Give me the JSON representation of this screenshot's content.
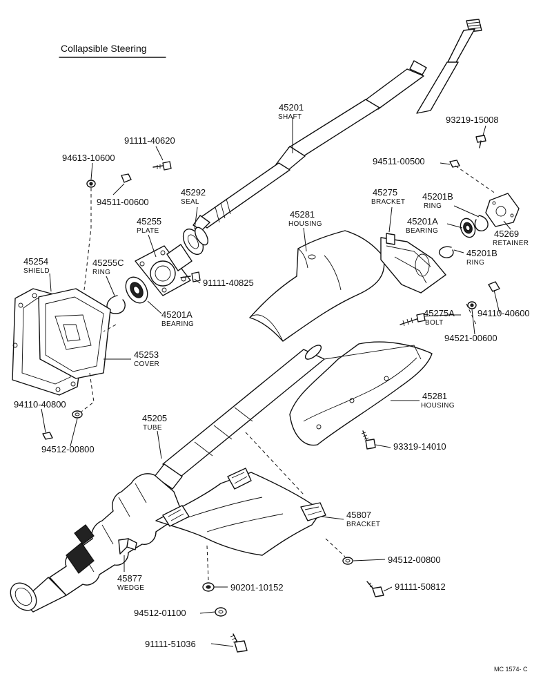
{
  "title": "Collapsible Steering",
  "ref_code": "MC 1574- C",
  "parts": {
    "p45201": {
      "number": "45201",
      "name": "SHAFT"
    },
    "p93219_15008": {
      "number": "93219-15008"
    },
    "p91111_40620": {
      "number": "91111-40620"
    },
    "p94613_10600": {
      "number": "94613-10600"
    },
    "p94511_00500": {
      "number": "94511-00500"
    },
    "p94511_00600": {
      "number": "94511-00600"
    },
    "p45292": {
      "number": "45292",
      "name": "SEAL"
    },
    "p45275": {
      "number": "45275",
      "name": "BRACKET"
    },
    "p45201B_a": {
      "number": "45201B",
      "name": "RING"
    },
    "p45281_top": {
      "number": "45281",
      "name": "HOUSING"
    },
    "p45255": {
      "number": "45255",
      "name": "PLATE"
    },
    "p45201A_r": {
      "number": "45201A",
      "name": "BEARING"
    },
    "p45269": {
      "number": "45269",
      "name": "RETAINER"
    },
    "p45201B_b": {
      "number": "45201B",
      "name": "RING"
    },
    "p45254": {
      "number": "45254",
      "name": "SHIELD"
    },
    "p45255C": {
      "number": "45255C",
      "name": "RING"
    },
    "p91111_40825": {
      "number": "91111-40825"
    },
    "p45201A_l": {
      "number": "45201A",
      "name": "BEARING"
    },
    "p45275A": {
      "number": "45275A",
      "name": "BOLT"
    },
    "p94110_40600": {
      "number": "94110-40600"
    },
    "p94521_00600": {
      "number": "94521-00600"
    },
    "p45253": {
      "number": "45253",
      "name": "COVER"
    },
    "p45281_bot": {
      "number": "45281",
      "name": "HOUSING"
    },
    "p94110_40800": {
      "number": "94110-40800"
    },
    "p45205": {
      "number": "45205",
      "name": "TUBE"
    },
    "p94512_00800_l": {
      "number": "94512-00800"
    },
    "p93319_14010": {
      "number": "93319-14010"
    },
    "p45807": {
      "number": "45807",
      "name": "BRACKET"
    },
    "p94512_00800_r": {
      "number": "94512-00800"
    },
    "p45877": {
      "number": "45877",
      "name": "WEDGE"
    },
    "p90201_10152": {
      "number": "90201-10152"
    },
    "p91111_50812": {
      "number": "91111-50812"
    },
    "p94512_01100": {
      "number": "94512-01100"
    },
    "p91111_51036": {
      "number": "91111-51036"
    }
  }
}
